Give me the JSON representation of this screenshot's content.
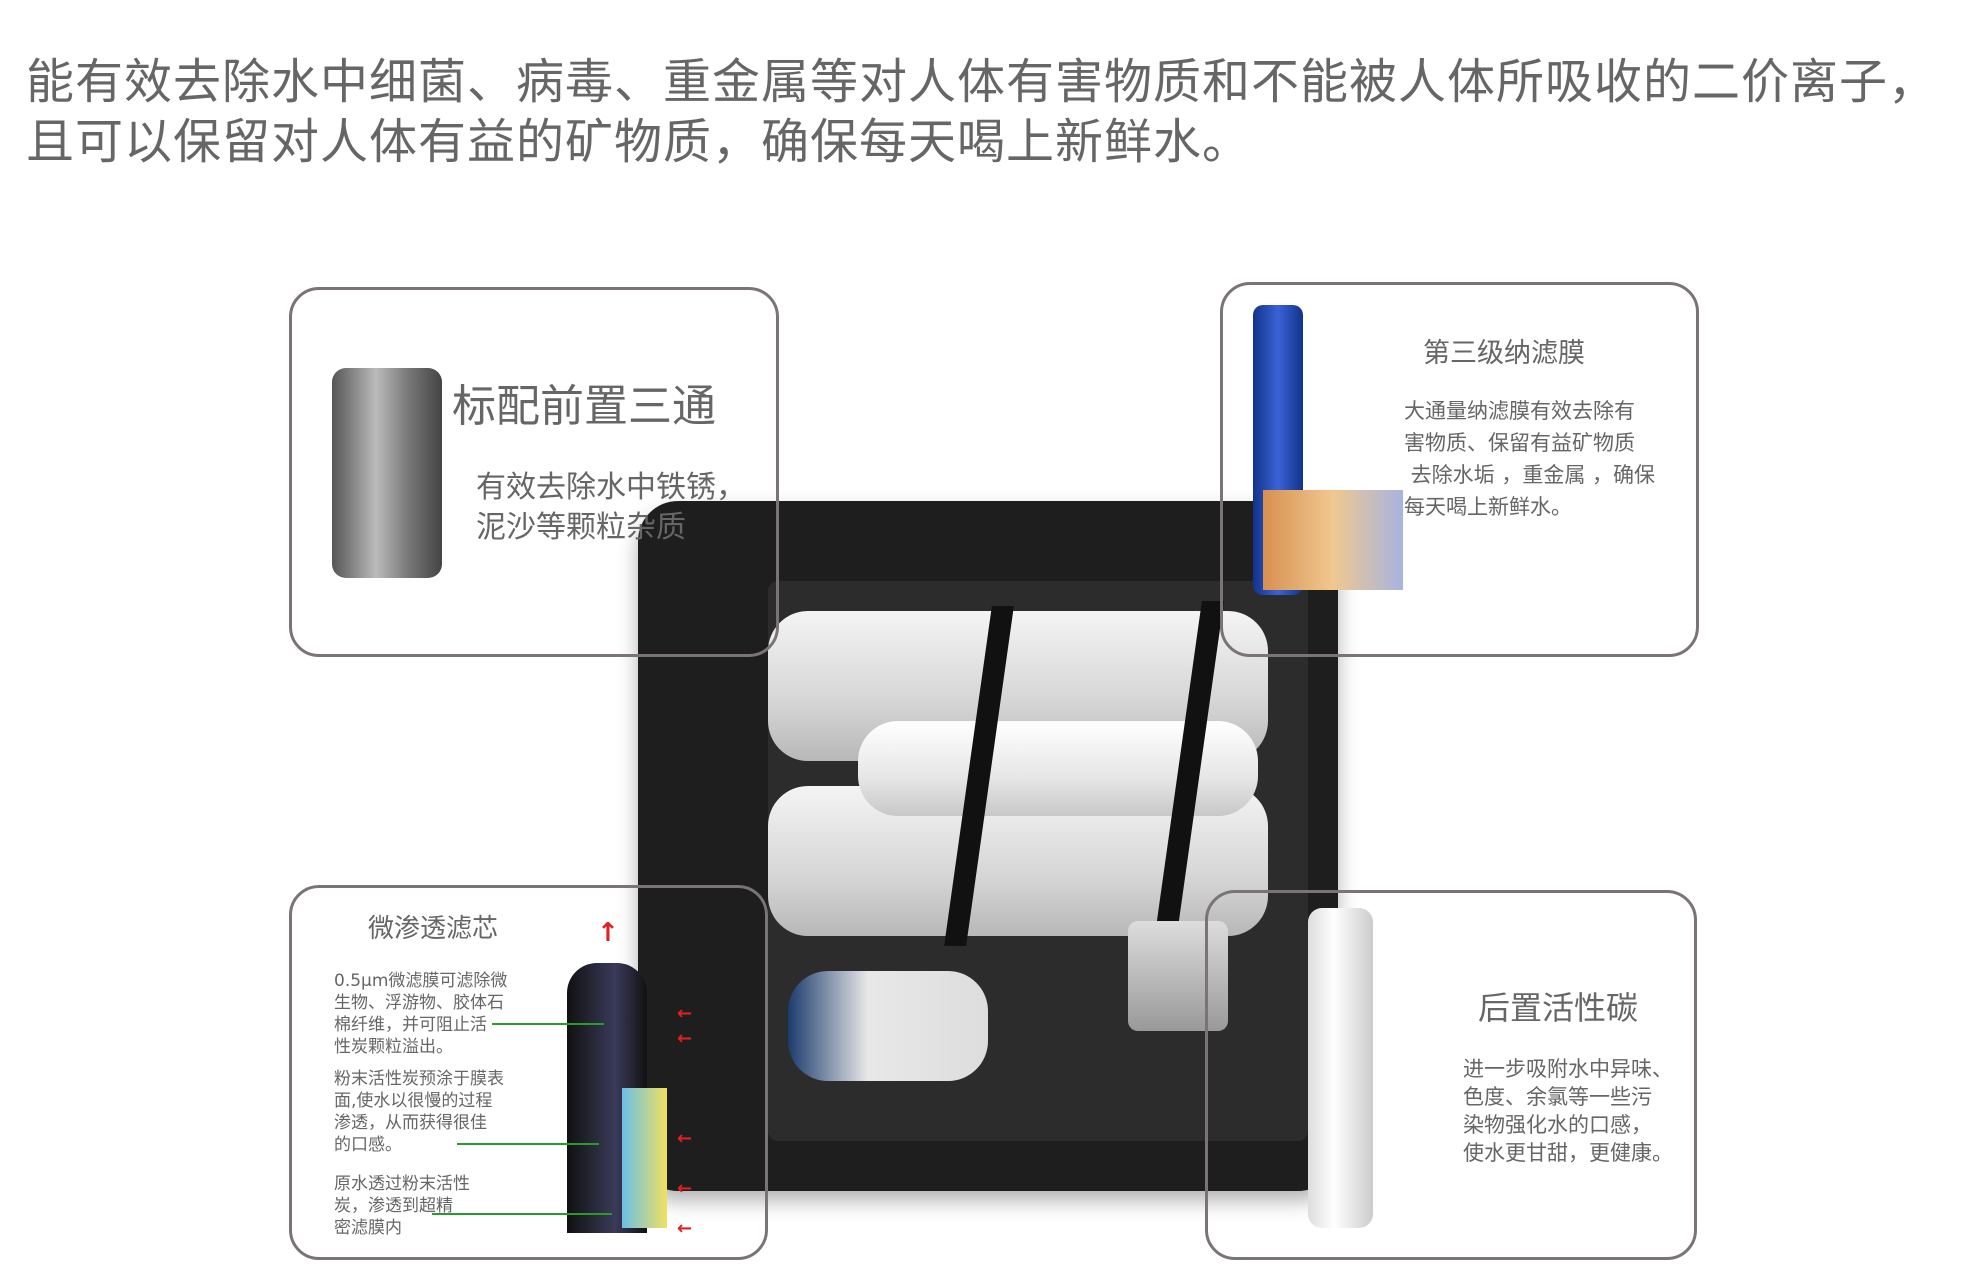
{
  "headline": {
    "line1": "能有效去除水中细菌、病毒、重金属等对人体有害物质和不能被人体所吸收的二价离子，",
    "line2": "且可以保留对人体有益的矿物质，确保每天喝上新鲜水。"
  },
  "prefilter": {
    "title": "标配前置三通",
    "desc1": "有效去除水中铁锈，",
    "desc2": "泥沙等颗粒杂质"
  },
  "nanofilter": {
    "title": "第三级纳滤膜",
    "lines": [
      "大通量纳滤膜有效去除有",
      "害物质、保留有益矿物质",
      " 去除水垢 ，重金属 ，确保",
      "每天喝上新鲜水。"
    ]
  },
  "microfilter": {
    "title": "微渗透滤芯",
    "para1": [
      "0.5μm微滤膜可滤除微",
      "生物、浮游物、胶体石",
      "棉纤维，并可阻止活",
      "性炭颗粒溢出。"
    ],
    "para2": [
      "粉末活性炭预涂于膜表",
      "面,使水以很慢的过程",
      "渗透，从而获得很佳",
      "的口感。"
    ],
    "para3": [
      "原水透过粉末活性",
      "炭，渗透到超精",
      "密滤膜内"
    ]
  },
  "postcarbon": {
    "title": "后置活性碳",
    "lines": [
      "进一步吸附水中异味、",
      "色度、余氯等一些污",
      "染物强化水的口感，",
      "使水更甘甜，更健康。"
    ]
  },
  "colors": {
    "border": "#7a7474",
    "text": "#666666",
    "machine": "#1e1e1e",
    "arrow": "#e02020",
    "leader": "#2a9a2a"
  }
}
